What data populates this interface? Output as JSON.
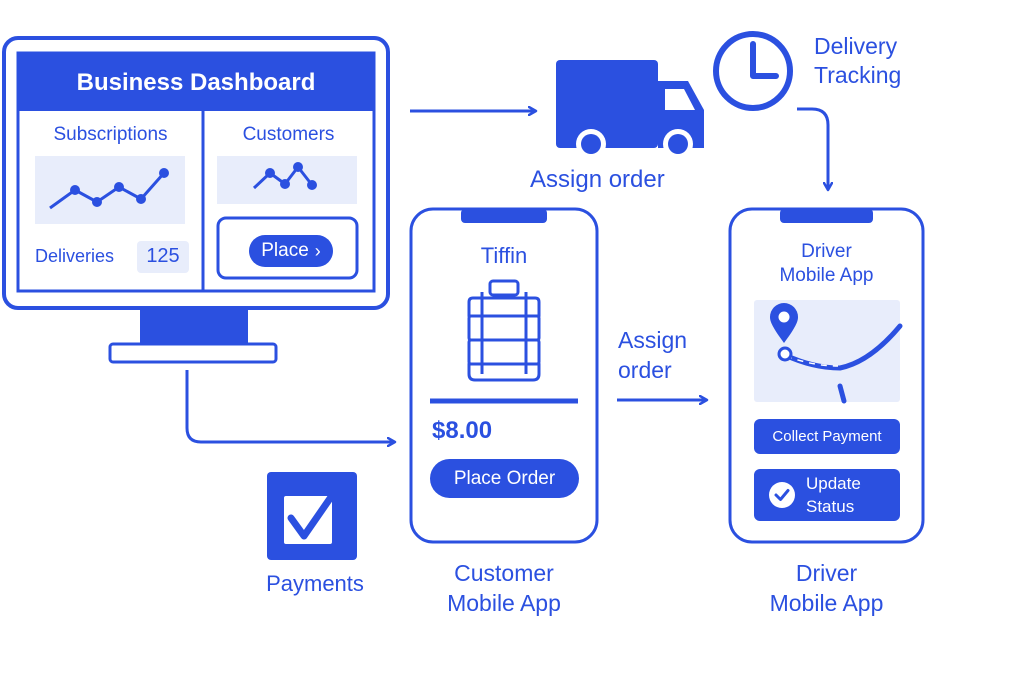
{
  "colors": {
    "accent": "#2b50e0",
    "panel": "#e8edfb",
    "background": "#ffffff"
  },
  "dashboard": {
    "title": "Business Dashboard",
    "subscriptions_label": "Subscriptions",
    "customers_label": "Customers",
    "deliveries_label": "Deliveries",
    "deliveries_count": "125",
    "place_button": "Place",
    "place_icon": "chevron-right-icon"
  },
  "flow": {
    "assign_order_top": "Assign order",
    "assign_order_middle": [
      "Assign",
      "order"
    ],
    "delivery_tracking": [
      "Delivery",
      "Tracking"
    ],
    "payments": "Payments"
  },
  "customer_app": {
    "item_name": "Tiffin",
    "price": "$8.00",
    "place_order_button": "Place Order",
    "caption": [
      "Customer",
      "Mobile App"
    ]
  },
  "driver_app": {
    "title": [
      "Driver",
      "Mobile App"
    ],
    "collect_payment_button": "Collect Payment",
    "update_status_button": [
      "Update",
      "Status"
    ],
    "caption": [
      "Driver",
      "Mobile App"
    ]
  },
  "icons": [
    "monitor-icon",
    "truck-icon",
    "clock-icon",
    "checkbox-icon",
    "tiffin-icon",
    "map-pin-icon",
    "route-map-icon",
    "check-circle-icon"
  ]
}
